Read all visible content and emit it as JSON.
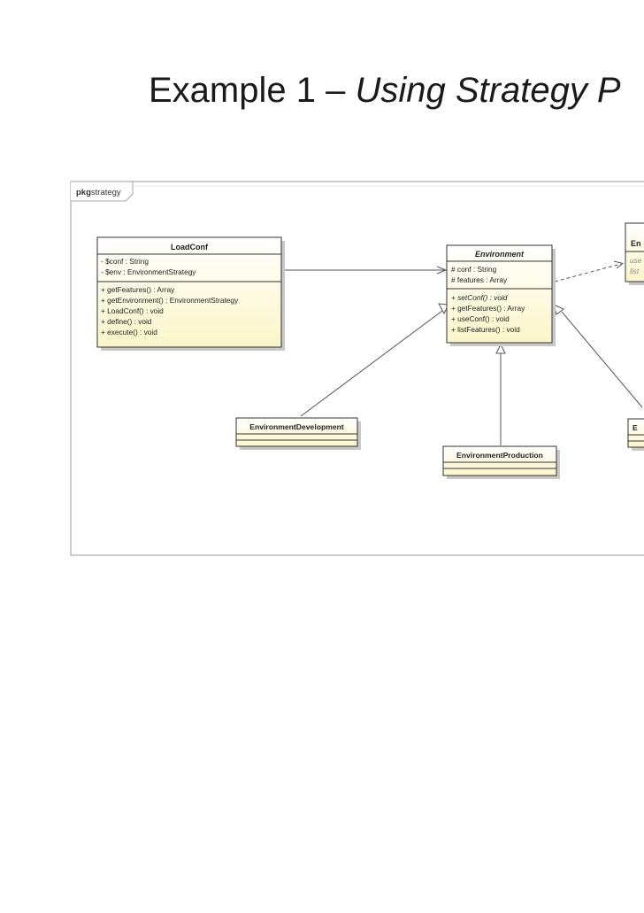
{
  "slide": {
    "title_plain": "Example 1 – ",
    "title_italic": "Using Strategy P"
  },
  "package": {
    "label_bold": "pkg",
    "label_name": "strategy"
  },
  "classes": {
    "loadconf": {
      "name": "LoadConf",
      "attributes": [
        "- $conf : String",
        "- $env : EnvironmentStrategy"
      ],
      "operations": [
        "+ getFeatures() : Array",
        "+ getEnvironment() : EnvironmentStrategy",
        "+ LoadConf() : void",
        "+ define() : void",
        "+ execute() : void"
      ]
    },
    "environment": {
      "name": "Environment",
      "attributes": [
        "# conf : String",
        "# features : Array"
      ],
      "operations": [
        "+ setConf() : void",
        "+ getFeatures() : Array",
        "+ useConf() : void",
        "+ listFeatures() : void"
      ]
    },
    "strategy_partial": {
      "name": "En",
      "lines": [
        "use",
        "list"
      ]
    },
    "env_development": {
      "name": "EnvironmentDevelopment"
    },
    "env_production": {
      "name": "EnvironmentProduction"
    },
    "env_third_partial": {
      "name": "E"
    }
  },
  "colors": {
    "class_fill": "#fefee0",
    "class_stroke": "#333333",
    "shadow": "#c8c8c8",
    "frame_stroke": "#a8a8a8",
    "line": "#555555"
  }
}
